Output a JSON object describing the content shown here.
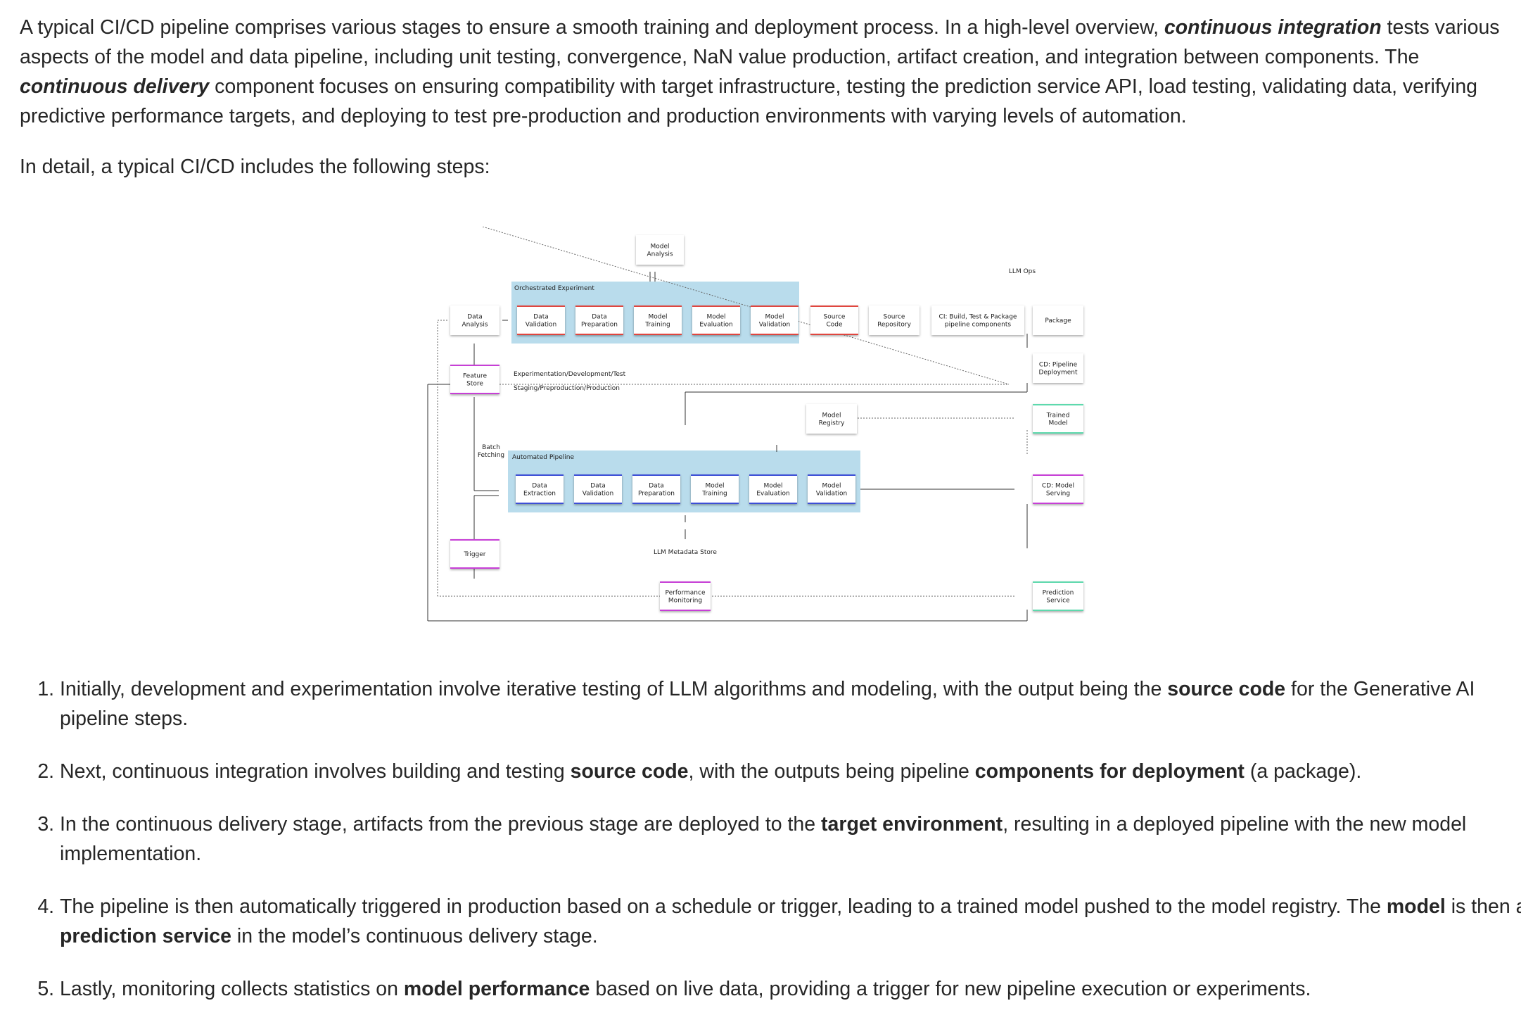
{
  "intro": {
    "p1_a": "A typical CI/CD pipeline comprises various stages to ensure a smooth training and deployment process. In a high-level overview, ",
    "p1_b": "continuous integration",
    "p1_c": " tests various aspects of the model and data pipeline, including unit testing, convergence, NaN value production, artifact creation, and integration between components. The ",
    "p1_d": "continuous delivery",
    "p1_e": " component focuses on ensuring compatibility with target infrastructure, testing the prediction service API, load testing, validating data, verifying predictive performance targets, and deploying to test pre-production and production environments with varying levels of automation.",
    "p2": "In detail, a typical CI/CD includes the following steps:"
  },
  "diagram": {
    "model_analysis": [
      "Model",
      "Analysis"
    ],
    "llm_ops": "LLM  Ops",
    "orchestrated_label": "Orchestrated Experiment",
    "data_analysis": [
      "Data",
      "Analysis"
    ],
    "orchestrated_steps": [
      [
        "Data",
        "Validation"
      ],
      [
        "Data",
        "Preparation"
      ],
      [
        "Model",
        "Training"
      ],
      [
        "Model",
        "Evaluation"
      ],
      [
        "Model",
        "Validation"
      ]
    ],
    "source_code": [
      "Source",
      "Code"
    ],
    "source_repository": [
      "Source",
      "Repository"
    ],
    "ci_build": [
      "CI: Build, Test & Package",
      "pipeline components"
    ],
    "package": "Package",
    "feature_store": [
      "Feature",
      "Store"
    ],
    "exp_label": "Experimentation/Development/Test",
    "staging_label": "Staging/Preproduction/Production",
    "cd_pipeline": [
      "CD: Pipeline",
      "Deployment"
    ],
    "model_registry": [
      "Model",
      "Registry"
    ],
    "trained_model": [
      "Trained",
      "Model"
    ],
    "batch_fetching": [
      "Batch",
      "Fetching"
    ],
    "automated_label": "Automated Pipeline",
    "automated_steps": [
      [
        "Data",
        "Extraction"
      ],
      [
        "Data",
        "Validation"
      ],
      [
        "Data",
        "Preparation"
      ],
      [
        "Model",
        "Training"
      ],
      [
        "Model",
        "Evaluation"
      ],
      [
        "Model",
        "Validation"
      ]
    ],
    "cd_model_serving": [
      "CD: Model",
      "Serving"
    ],
    "trigger": "Trigger",
    "llm_metadata_store": "LLM Metadata Store",
    "performance_monitoring": [
      "Performance",
      "Monitoring"
    ],
    "prediction_service": [
      "Prediction",
      "Service"
    ],
    "colors": {
      "blue_panel": "#b9dcec",
      "red": "#e0463f",
      "blue": "#3d4fd6",
      "magenta": "#c73fd6",
      "green": "#5ed9ad"
    }
  },
  "steps": [
    {
      "a": "Initially, development and experimentation involve iterative testing of LLM algorithms and modeling, with the output being the ",
      "b": "source code",
      "c": " for the Generative AI pipeline steps.",
      "d": "",
      "e": ""
    },
    {
      "a": "Next, continuous integration involves building and testing ",
      "b": "source code",
      "c": ", with the outputs being pipeline ",
      "d": "components for deployment",
      "e": " (a package)."
    },
    {
      "a": "In the continuous delivery stage, artifacts from the previous stage are deployed to the ",
      "b": "target environment",
      "c": ", resulting in a deployed pipeline with the new model implementation.",
      "d": "",
      "e": ""
    },
    {
      "a": "The pipeline is then automatically triggered in production based on a schedule or trigger, leading to a trained model pushed to the model registry. The ",
      "b": "model",
      "c": " is then a ",
      "d": "prediction service",
      "e": " in the model’s continuous delivery stage."
    },
    {
      "a": "Lastly, monitoring collects statistics on ",
      "b": "model performance",
      "c": " based on live data, providing a trigger for new pipeline execution or experiments.",
      "d": "",
      "e": ""
    }
  ]
}
